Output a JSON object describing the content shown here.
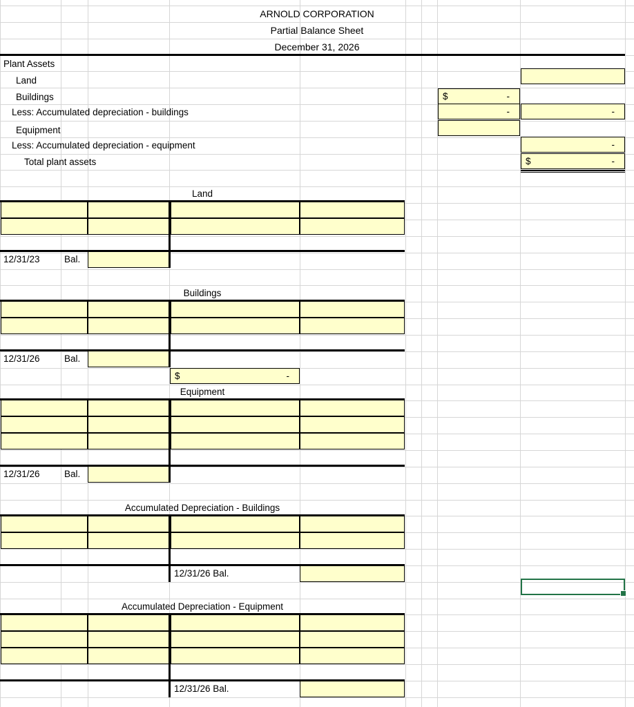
{
  "document": {
    "company": "ARNOLD CORPORATION",
    "statement": "Partial Balance Sheet",
    "date": "December 31, 2026"
  },
  "balance_sheet": {
    "section_heading": "Plant Assets",
    "rows": [
      {
        "label": "Land",
        "col_inner": "",
        "col_inner_dollar": "",
        "col_outer": "",
        "col_outer_dollar": ""
      },
      {
        "label": "Buildings",
        "col_inner": "-",
        "col_inner_dollar": "$",
        "col_outer": "",
        "col_outer_dollar": ""
      },
      {
        "label": "Less: Accumulated depreciation - buildings",
        "col_inner": "-",
        "col_inner_dollar": "",
        "col_outer": "-",
        "col_outer_dollar": ""
      },
      {
        "label": "Equipment",
        "col_inner": "",
        "col_inner_dollar": "",
        "col_outer": "",
        "col_outer_dollar": ""
      },
      {
        "label": "Less:  Accumulated depreciation - equipment",
        "col_inner": "",
        "col_inner_dollar": "",
        "col_outer": "-",
        "col_outer_dollar": ""
      },
      {
        "label": "Total plant assets",
        "col_inner": "",
        "col_inner_dollar": "",
        "col_outer": "-",
        "col_outer_dollar": "$"
      }
    ]
  },
  "t_accounts": [
    {
      "title": "Land",
      "balance_date": "12/31/23",
      "balance_label": "Bal.",
      "balance_value": "",
      "entry_rows": 2,
      "balance_side": "debit"
    },
    {
      "title": "Buildings",
      "balance_date": "12/31/26",
      "balance_label": "Bal.",
      "balance_value": "",
      "entry_rows": 2,
      "balance_side": "debit"
    },
    {
      "title": "Equipment",
      "balance_date": "12/31/26",
      "balance_label": "Bal.",
      "balance_value": "",
      "entry_rows": 3,
      "balance_side": "debit"
    },
    {
      "title": "Accumulated Depreciation - Buildings",
      "balance_date": "12/31/26 Bal.",
      "balance_label": "",
      "balance_value": "",
      "entry_rows": 2,
      "balance_side": "credit"
    },
    {
      "title": "Accumulated Depreciation - Equipment",
      "balance_date": "12/31/26 Bal.",
      "balance_label": "",
      "balance_value": "",
      "entry_rows": 3,
      "balance_side": "credit"
    }
  ],
  "standalone_total": {
    "dollar": "$",
    "value": "-"
  },
  "colors": {
    "input_fill": "#FFFFCC",
    "selection_border": "#217346",
    "gridline": "#D6D6D6",
    "rule": "#000000"
  }
}
